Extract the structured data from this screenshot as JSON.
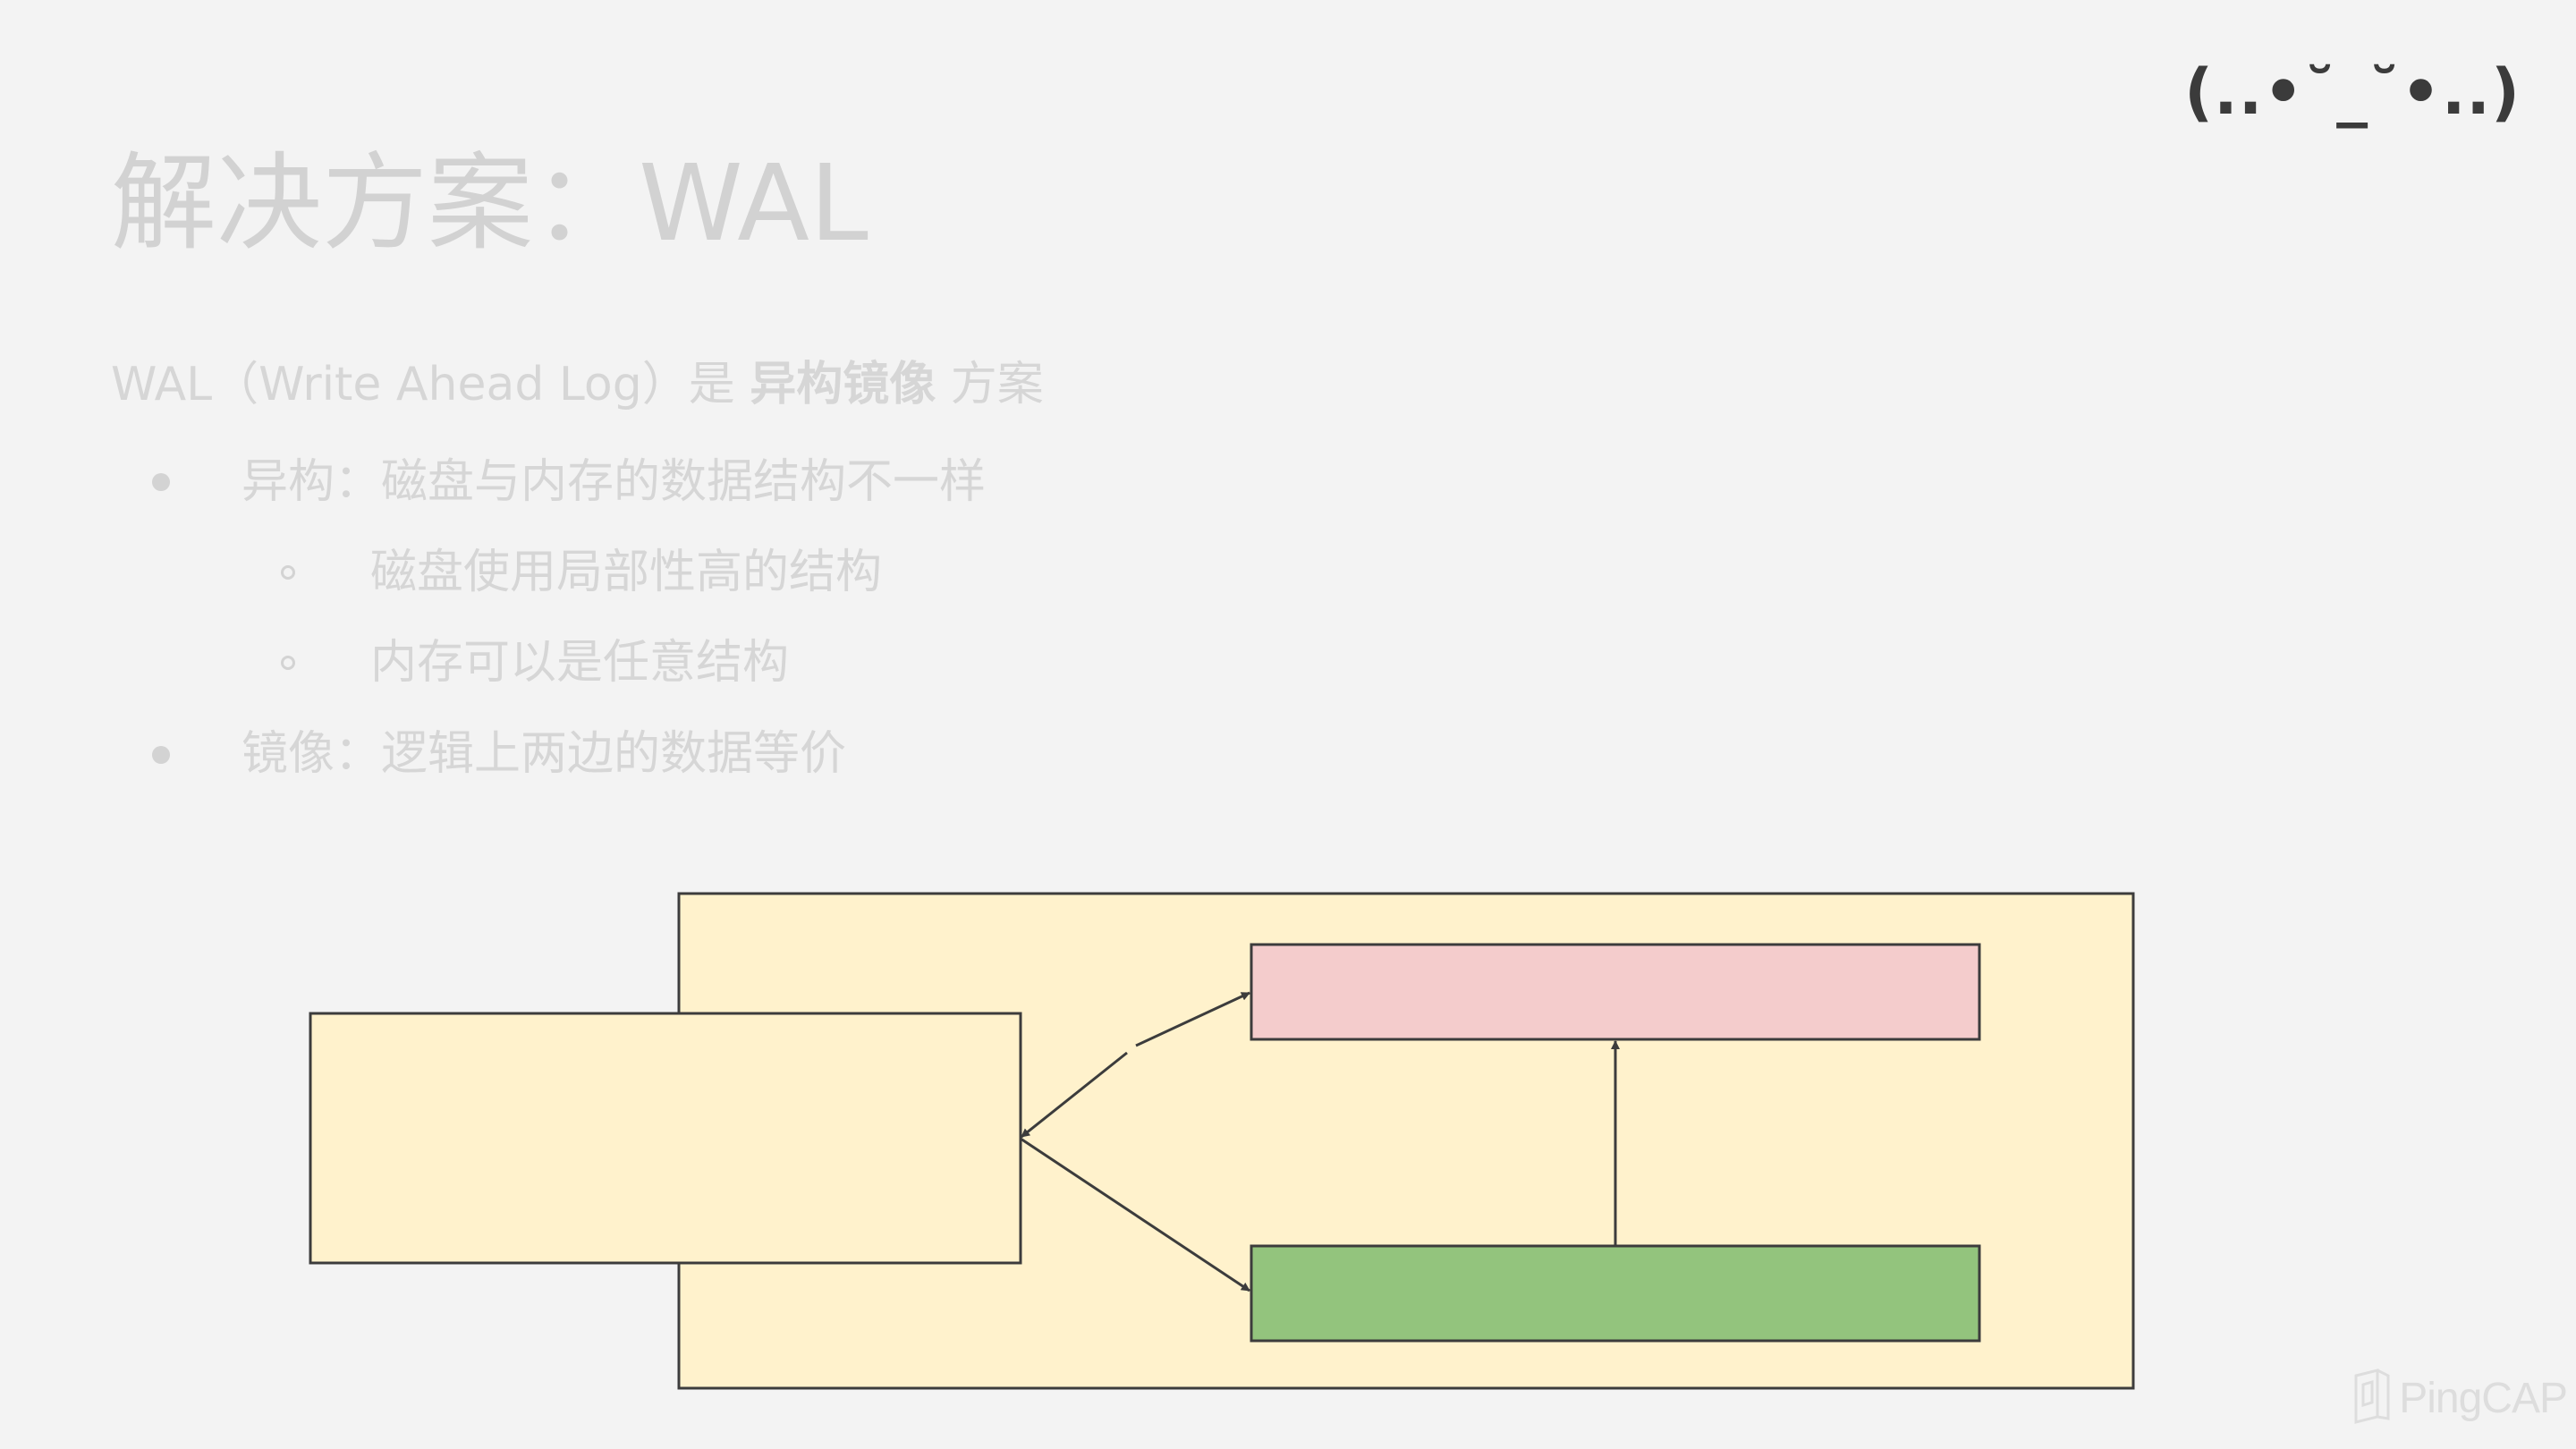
{
  "slide": {
    "kaomoji": "(..•˘_˘•..)",
    "title": "解决方案：WAL",
    "intro": {
      "prefix": "WAL（Write Ahead Log）是 ",
      "emphasis": "异构镜像",
      "suffix": " 方案"
    },
    "bullets": [
      {
        "text": "异构：磁盘与内存的数据结构不一样",
        "level": 1
      },
      {
        "text": "磁盘使用局部性高的结构",
        "level": 2
      },
      {
        "text": "内存可以是任意结构",
        "level": 2
      },
      {
        "text": "镜像：逻辑上两边的数据等价",
        "level": 1
      }
    ]
  },
  "diagram": {
    "colors": {
      "container_fill": "#fff2cc",
      "left_box_fill": "#fff2cc",
      "top_box_fill": "#f4cccc",
      "bottom_box_fill": "#93c47d",
      "stroke": "#3c3c3c"
    }
  },
  "logo": {
    "text": "PingCAP",
    "icon": "pingcap-logo-icon"
  }
}
